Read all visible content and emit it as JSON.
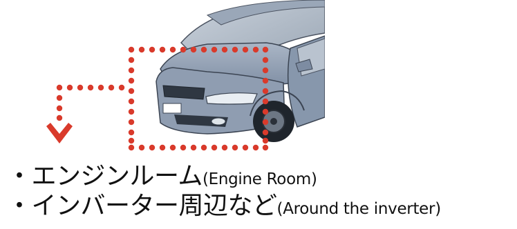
{
  "captions": {
    "line1": {
      "bullet": "・",
      "jp": "エンジンルーム",
      "en": "(Engine Room)"
    },
    "line2": {
      "bullet": "・",
      "jp": "インバーター周辺など",
      "en": "(Around the inverter)"
    }
  },
  "colors": {
    "dots": "#d93a2b",
    "car_body": "#8c9bb0",
    "car_dark": "#3b4452",
    "text": "#111111"
  },
  "icons": {
    "car": "car-illustration",
    "arrow": "arrow-down-icon",
    "dotted_box": "dotted-highlight-box"
  }
}
